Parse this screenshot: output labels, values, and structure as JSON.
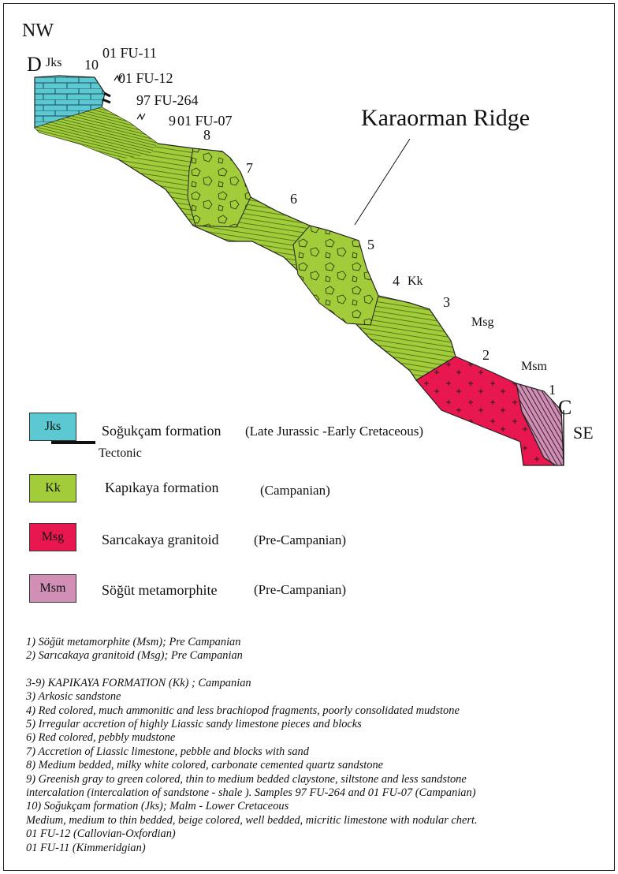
{
  "orientation": {
    "nw": "NW",
    "se": "SE",
    "d": "D",
    "c": "C"
  },
  "ridge_label": "Karaorman Ridge",
  "unit_labels": {
    "jks": "Jks",
    "kk": "Kk",
    "msg": "Msg",
    "msm": "Msm"
  },
  "samples": [
    "01 FU-11",
    "01 FU-12",
    "97 FU-264",
    "01 FU-07"
  ],
  "level_numbers": [
    "1",
    "2",
    "3",
    "4",
    "5",
    "6",
    "7",
    "8",
    "9",
    "10"
  ],
  "colors": {
    "jks": "#5bc8d2",
    "kk": "#a2cc3a",
    "msg": "#e8174f",
    "msm": "#d18fb6"
  },
  "legend": [
    {
      "code": "Jks",
      "name": "Soğukçam formation",
      "age": "(Late Jurassic -Early Cretaceous)",
      "color": "#5bc8d2"
    },
    {
      "tectonic": "Tectonic"
    },
    {
      "code": "Kk",
      "name": "Kapıkaya formation",
      "age": "(Campanian)",
      "color": "#a2cc3a"
    },
    {
      "code": "Msg",
      "name": "Sarıcakaya granitoid",
      "age": "(Pre-Campanian)",
      "color": "#e8174f"
    },
    {
      "code": "Msm",
      "name": "Söğüt metamorphite",
      "age": "(Pre-Campanian)",
      "color": "#d18fb6"
    }
  ],
  "notes": [
    "1) Söğüt metamorphite (Msm); Pre Campanian",
    "2) Sarıcakaya granitoid (Msg); Pre Campanian",
    "",
    "3-9) KAPIKAYA FORMATION (Kk) ; Campanian",
    "3) Arkosic sandstone",
    "4) Red colored, much ammonitic and less brachiopod fragments, poorly consolidated mudstone",
    "5) Irregular accretion of highly Liassic sandy limestone pieces and blocks",
    "6) Red colored, pebbly mudstone",
    "7) Accretion of Liassic limestone, pebble and blocks with sand",
    "8) Medium bedded, milky white colored, carbonate cemented quartz sandstone",
    "9) Greenish gray to green colored, thin to medium bedded claystone, siltstone and less sandstone",
    "intercalation (intercalation of sandstone - shale ). Samples 97 FU-264 and 01 FU-07 (Campanian)",
    "10) Soğukçam formation (Jks); Malm - Lower Cretaceous",
    "Medium, medium to thin bedded, beige colored, well bedded, micritic limestone with nodular chert.",
    "01 FU-12  (Callovian-Oxfordian)",
    "01 FU-11 (Kimmeridgian)"
  ]
}
